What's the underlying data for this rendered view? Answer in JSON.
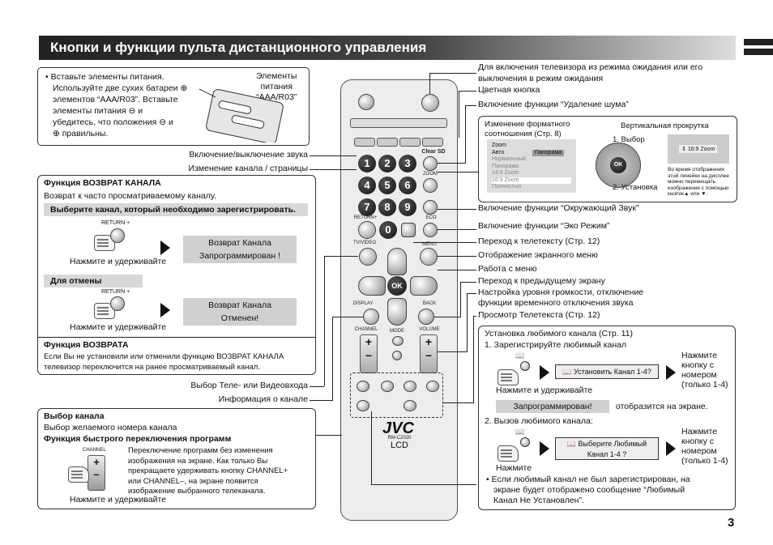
{
  "header": {
    "title": "Кнопки и функции пульта дистанционного управления"
  },
  "page_number": "3",
  "battery": {
    "text": [
      "Вставьте элементы питания.",
      "Используйте две сухих батареи",
      "элементов “AAA/R03”. Вставьте",
      "элементы питания",
      "и",
      "убедитесь, что положения",
      "и",
      "правильны."
    ],
    "caption": [
      "Элементы",
      "питания",
      "“AAA/R03”"
    ]
  },
  "right_labels": {
    "power": "Для включения телевизора из режима ожидания или его",
    "power2": "выключения в режим ожидания",
    "color": "Цветная кнопка",
    "noise": "Включение функции “Удаление шума”",
    "surround": "Включение функции “Окружающий Звук”",
    "eco": "Включение функции “Эко Режим”",
    "teletext": "Переход к телетексту (Стр. 12)",
    "menu_disp": "Отображение экранного меню",
    "menu_work": "Работа с меню",
    "back": "Переход к предыдущему экрану",
    "volume": "Настройка уровня громкости, отключение",
    "volume2": "функции временного отключения звука",
    "view_tt": "Просмотр Телетекста (Стр. 12)"
  },
  "left_labels": {
    "mute": "Включение/выключение звука",
    "channel_page": "Изменение канала / страницы",
    "tv_video": "Выбор Теле- или Видеовхода",
    "channel_info": "Информация о канале"
  },
  "zoom_box": {
    "format_title": "Изменение форматного",
    "format_title2": "соотношения (Стр. 8)",
    "scroll_title": "Вертикальная прокрутка",
    "menu_items": [
      "Zoom",
      "Авто",
      "Панорама",
      "Нормальный",
      "Панорама",
      "14:9 Zoom",
      "16:9 Zoom",
      "Полностью"
    ],
    "step1": "1. Выбор",
    "step2": "2. Установка",
    "zoom_label": "16:9 Zoom",
    "scroll_note": "Во время отображения этой линейки на дисплее можно перемещать изображения с помощью кнопок▲ или ▼."
  },
  "return_box": {
    "title": "Функция ВОЗВРАТ КАНАЛА",
    "subtitle": "Возврат к часто просматриваемому каналу.",
    "bar": "Выберите канал, который необходимо зарегистрировать.",
    "btn_label": "RETURN +",
    "press_hold": "Нажмите и удерживайте",
    "result1": "Возврат Канала",
    "result1b": "Запрограммирован !",
    "cancel_bar": "Для отмены",
    "btn_label2": "RETURN +",
    "press_hold2": "Нажмите и удерживайте",
    "result2": "Возврат Канала",
    "result2b": "Отменен!",
    "return_title": "Функция ВОЗВРАТА",
    "return_text": "Если Вы не установили или отменили функцию ВОЗВРАТ КАНАЛА",
    "return_text2": "телевизор переключится на ранее просматриваемый канал."
  },
  "channel_box": {
    "title": "Выбор канала",
    "subtitle": "Выбор желаемого номера канала",
    "title2": "Функция быстрого переключения программ",
    "btn_label": "CHANNEL",
    "desc": [
      "Переключение программ без изменения",
      "изображения на экране. Как только Вы",
      "прекращаете удерживать кнопку CHANNEL+",
      "или CHANNEL–, на экране появится",
      "изображение выбранного телеканала."
    ],
    "press_hold": "Нажмите и удерживайте"
  },
  "fav_box": {
    "title": "Установка любимого канала (Стр. 11)",
    "step1": "1. Зарегистрируйте любимый канал",
    "msg1": "Установить Канал 1-4?",
    "press_hold": "Нажмите и удерживайте",
    "press_any": [
      "Нажмите",
      "кнопку с",
      "номером",
      "(только 1-4)"
    ],
    "programmed": "Запрограммирован!",
    "shown": "отобразится на экране.",
    "step2": "2. Вызов любимого канала:",
    "msg2": "Выберите Любимый",
    "msg2b": "Канал 1-4 ?",
    "press": "Нажмите",
    "press_any2": [
      "Нажмите",
      "кнопку с",
      "номером",
      "(только 1-4)"
    ],
    "note": [
      "Если любимый канал не был зарегистрирован, на",
      "экране будет отображено сообщение “Любимый",
      "Канал Не Установлен”."
    ]
  },
  "remote": {
    "brand": "JVC",
    "model": "RM-C2020",
    "lcd": "LCD",
    "labels": {
      "clear": "Clear SD",
      "zoom": "ZOOM",
      "return": "RETURN+",
      "eco": "ECO",
      "tvvideo": "TV/VIDEO",
      "menu": "MENU",
      "display": "DISPLAY",
      "back": "BACK",
      "channel": "CHANNEL",
      "mode": "MODE",
      "volume": "VOLUME",
      "ok": "OK"
    },
    "numbers": [
      "1",
      "2",
      "3",
      "4",
      "5",
      "6",
      "7",
      "8",
      "9",
      "0"
    ]
  }
}
